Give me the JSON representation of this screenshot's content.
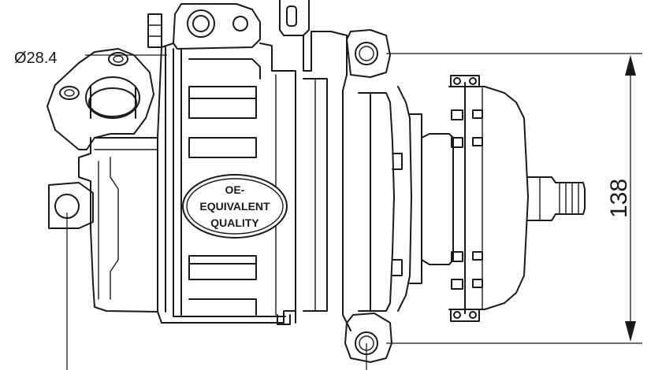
{
  "diagram": {
    "dimensions": {
      "port_diameter": "Ø28.4",
      "height": "138"
    },
    "badge": {
      "line1": "OE-",
      "line2": "EQUIVALENT",
      "line3": "QUALITY"
    }
  }
}
